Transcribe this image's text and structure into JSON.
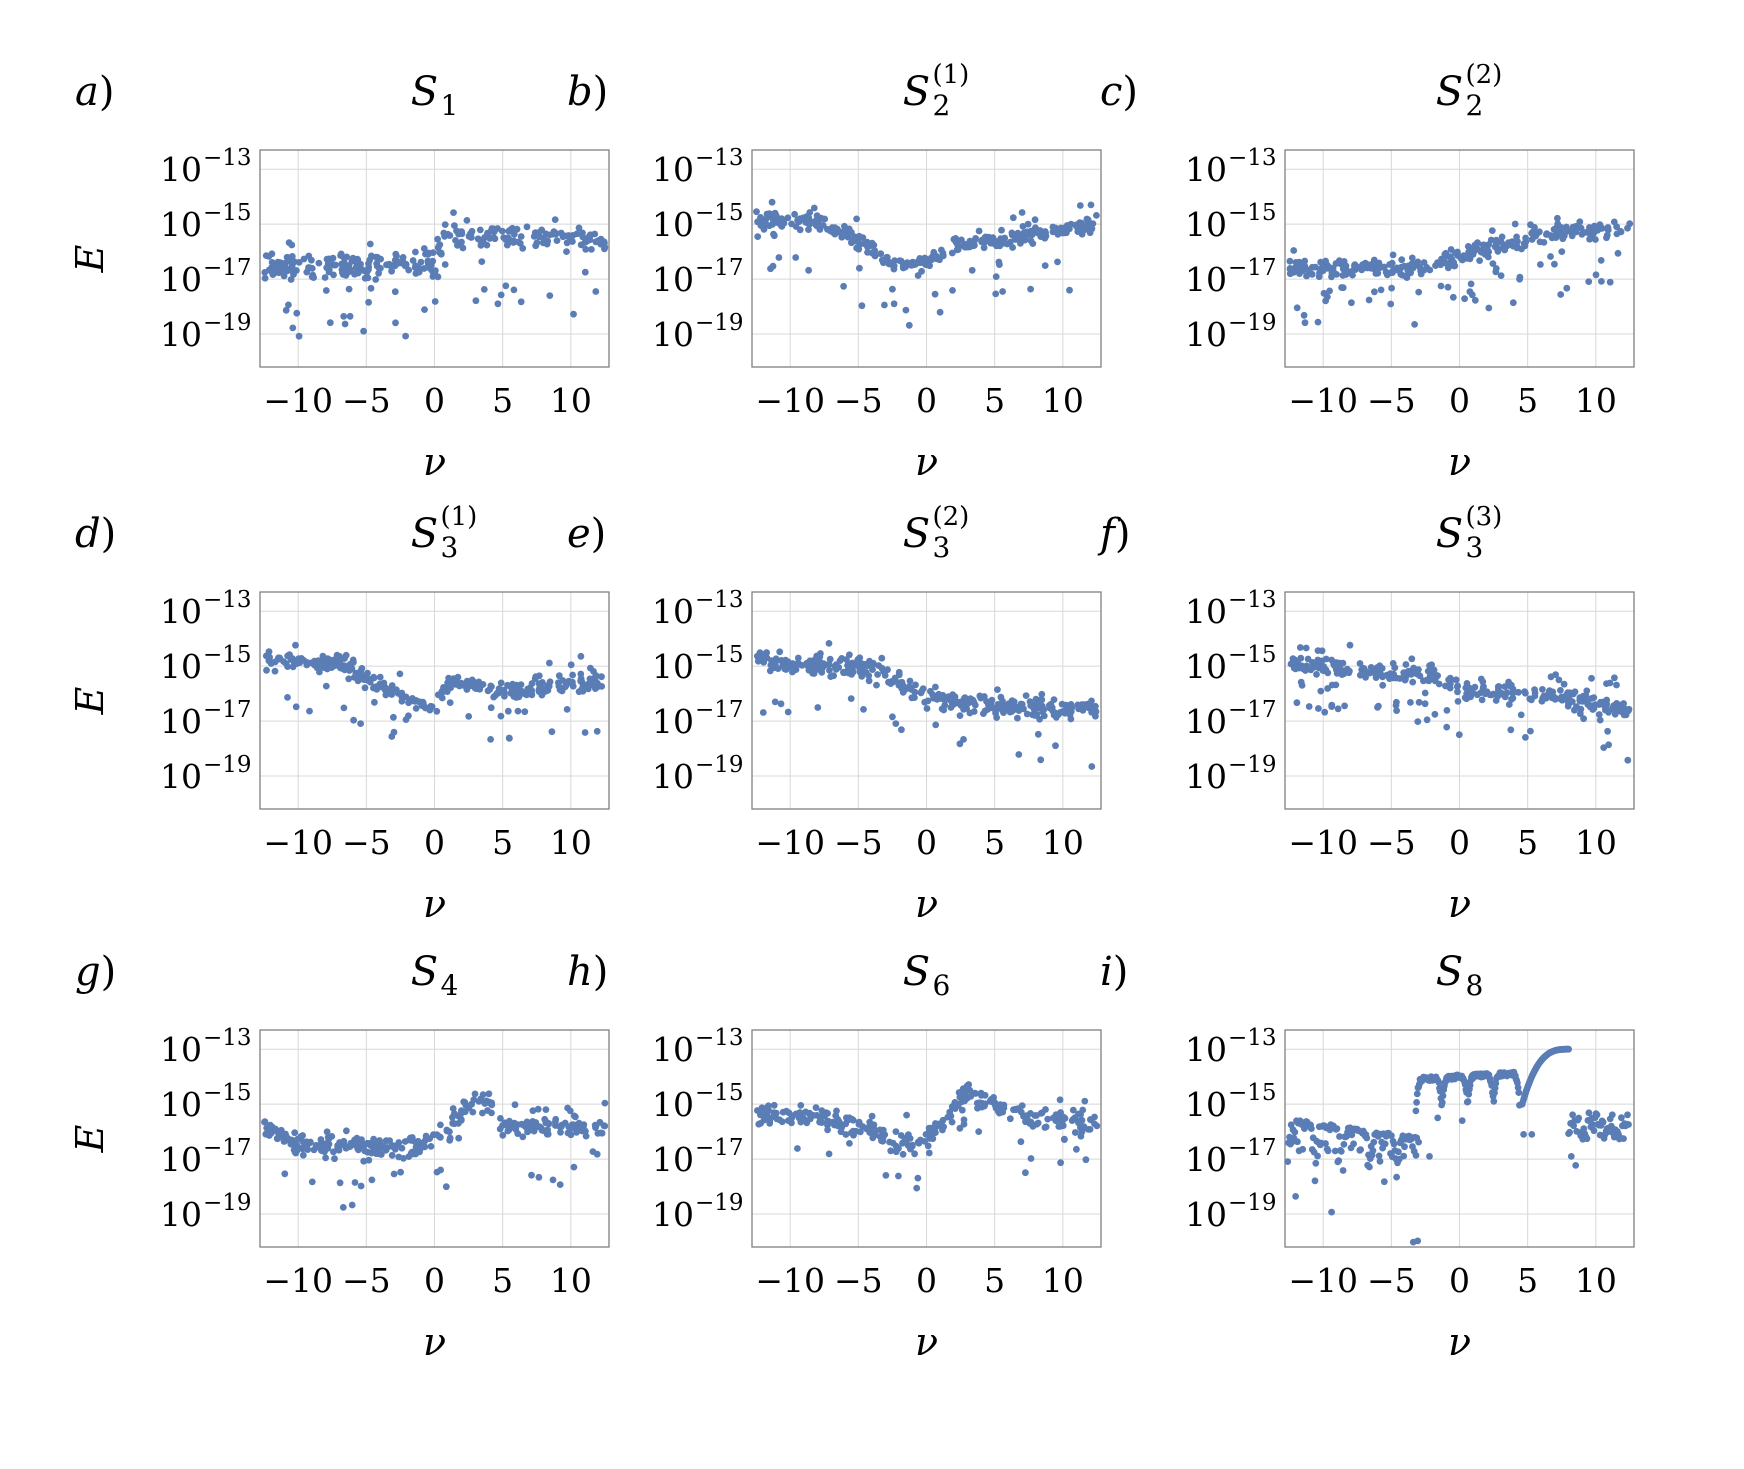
{
  "figure": {
    "panels_layout": "3x3",
    "marker_color": "#5a7db5",
    "grid_color": "#d8d8d8",
    "frame_color": "#808080"
  },
  "chart_data": [
    {
      "type": "scatter",
      "panel_letter": "a",
      "title": "S",
      "title_sub": "1",
      "title_sup": "",
      "ylabel": "E",
      "xlabel": "ν",
      "yscale": "log",
      "xlim": [
        -12.8,
        12.8
      ],
      "ylim_exponent": [
        -20.2,
        -12.3
      ],
      "xticks": [
        -10,
        -5,
        0,
        5,
        10
      ],
      "yticks_exponent": [
        -13,
        -15,
        -17,
        -19
      ],
      "xtick_labels": [
        "−10",
        "−5",
        "0",
        "5",
        "10"
      ],
      "ytick_labels": [
        "10",
        "10",
        "10",
        "10"
      ],
      "ytick_sups": [
        "−13",
        "−15",
        "−17",
        "−19"
      ],
      "grid": true,
      "trend": [
        [
          -12.5,
          -16.6
        ],
        [
          -9,
          -16.5
        ],
        [
          -4,
          -16.5
        ],
        [
          0,
          -16.4
        ],
        [
          0.8,
          -15.4
        ],
        [
          3,
          -15.5
        ],
        [
          8,
          -15.5
        ],
        [
          12.5,
          -15.6
        ]
      ],
      "spread": 0.35,
      "outlier_rate": 0.18,
      "outlier_depth": 1.8,
      "n_points": 330,
      "seed": 11
    },
    {
      "type": "scatter",
      "panel_letter": "b",
      "title": "S",
      "title_sub": "2",
      "title_sup": "(1)",
      "ylabel": "",
      "xlabel": "ν",
      "yscale": "log",
      "xlim": [
        -12.8,
        12.8
      ],
      "ylim_exponent": [
        -20.2,
        -12.3
      ],
      "xticks": [
        -10,
        -5,
        0,
        5,
        10
      ],
      "yticks_exponent": [
        -13,
        -15,
        -17,
        -19
      ],
      "xtick_labels": [
        "−10",
        "−5",
        "0",
        "5",
        "10"
      ],
      "ytick_labels": [
        "10",
        "10",
        "10",
        "10"
      ],
      "ytick_sups": [
        "−13",
        "−15",
        "−17",
        "−19"
      ],
      "grid": true,
      "trend": [
        [
          -12.5,
          -14.9
        ],
        [
          -8,
          -14.9
        ],
        [
          -5,
          -15.6
        ],
        [
          -2,
          -16.6
        ],
        [
          0,
          -16.3
        ],
        [
          2,
          -15.8
        ],
        [
          5,
          -15.6
        ],
        [
          12.5,
          -15.0
        ]
      ],
      "spread": 0.22,
      "outlier_rate": 0.12,
      "outlier_depth": 1.7,
      "n_points": 330,
      "seed": 23
    },
    {
      "type": "scatter",
      "panel_letter": "c",
      "title": "S",
      "title_sub": "2",
      "title_sup": "(2)",
      "ylabel": "",
      "xlabel": "ν",
      "yscale": "log",
      "xlim": [
        -12.8,
        12.8
      ],
      "ylim_exponent": [
        -20.2,
        -12.3
      ],
      "xticks": [
        -10,
        -5,
        0,
        5,
        10
      ],
      "yticks_exponent": [
        -13,
        -15,
        -17,
        -19
      ],
      "xtick_labels": [
        "−10",
        "−5",
        "0",
        "5",
        "10"
      ],
      "ytick_labels": [
        "10",
        "10",
        "10",
        "10"
      ],
      "ytick_sups": [
        "−13",
        "−15",
        "−17",
        "−19"
      ],
      "grid": true,
      "trend": [
        [
          -12.5,
          -16.6
        ],
        [
          -5,
          -16.6
        ],
        [
          -1,
          -16.4
        ],
        [
          1,
          -15.9
        ],
        [
          3,
          -15.8
        ],
        [
          6,
          -15.4
        ],
        [
          12.5,
          -15.1
        ]
      ],
      "spread": 0.25,
      "outlier_rate": 0.15,
      "outlier_depth": 1.6,
      "n_points": 330,
      "seed": 37
    },
    {
      "type": "scatter",
      "panel_letter": "d",
      "title": "S",
      "title_sub": "3",
      "title_sup": "(1)",
      "ylabel": "E",
      "xlabel": "ν",
      "yscale": "log",
      "xlim": [
        -12.8,
        12.8
      ],
      "ylim_exponent": [
        -20.2,
        -12.3
      ],
      "xticks": [
        -10,
        -5,
        0,
        5,
        10
      ],
      "yticks_exponent": [
        -13,
        -15,
        -17,
        -19
      ],
      "xtick_labels": [
        "−10",
        "−5",
        "0",
        "5",
        "10"
      ],
      "ytick_labels": [
        "10",
        "10",
        "10",
        "10"
      ],
      "ytick_sups": [
        "−13",
        "−15",
        "−17",
        "−19"
      ],
      "grid": true,
      "trend": [
        [
          -12.5,
          -14.8
        ],
        [
          -7,
          -14.9
        ],
        [
          -5,
          -15.5
        ],
        [
          -2,
          -16.2
        ],
        [
          0,
          -16.5
        ],
        [
          1,
          -15.6
        ],
        [
          5,
          -15.9
        ],
        [
          12.5,
          -15.6
        ]
      ],
      "spread": 0.22,
      "outlier_rate": 0.12,
      "outlier_depth": 1.4,
      "n_points": 320,
      "seed": 41
    },
    {
      "type": "scatter",
      "panel_letter": "e",
      "title": "S",
      "title_sub": "3",
      "title_sup": "(2)",
      "ylabel": "",
      "xlabel": "ν",
      "yscale": "log",
      "xlim": [
        -12.8,
        12.8
      ],
      "ylim_exponent": [
        -20.2,
        -12.3
      ],
      "xticks": [
        -10,
        -5,
        0,
        5,
        10
      ],
      "yticks_exponent": [
        -13,
        -15,
        -17,
        -19
      ],
      "xtick_labels": [
        "−10",
        "−5",
        "0",
        "5",
        "10"
      ],
      "ytick_labels": [
        "10",
        "10",
        "10",
        "10"
      ],
      "ytick_sups": [
        "−13",
        "−15",
        "−17",
        "−19"
      ],
      "grid": true,
      "trend": [
        [
          -12.5,
          -14.9
        ],
        [
          -4,
          -15.0
        ],
        [
          -1,
          -16.0
        ],
        [
          3,
          -16.4
        ],
        [
          12.5,
          -16.6
        ]
      ],
      "spread": 0.28,
      "outlier_rate": 0.12,
      "outlier_depth": 1.4,
      "n_points": 330,
      "seed": 53
    },
    {
      "type": "scatter",
      "panel_letter": "f",
      "title": "S",
      "title_sub": "3",
      "title_sup": "(3)",
      "ylabel": "",
      "xlabel": "ν",
      "yscale": "log",
      "xlim": [
        -12.8,
        12.8
      ],
      "ylim_exponent": [
        -20.2,
        -12.3
      ],
      "xticks": [
        -10,
        -5,
        0,
        5,
        10
      ],
      "yticks_exponent": [
        -13,
        -15,
        -17,
        -19
      ],
      "xtick_labels": [
        "−10",
        "−5",
        "0",
        "5",
        "10"
      ],
      "ytick_labels": [
        "10",
        "10",
        "10",
        "10"
      ],
      "ytick_sups": [
        "−13",
        "−15",
        "−17",
        "−19"
      ],
      "grid": true,
      "trend": [
        [
          -12.5,
          -14.9
        ],
        [
          -2,
          -15.3
        ],
        [
          0,
          -15.9
        ],
        [
          8,
          -16.1
        ],
        [
          12.5,
          -16.7
        ]
      ],
      "spread": 0.25,
      "outlier_rate": 0.12,
      "outlier_depth": 1.2,
      "n_points": 330,
      "seed": 67
    },
    {
      "type": "scatter",
      "panel_letter": "g",
      "title": "S",
      "title_sub": "4",
      "title_sup": "",
      "ylabel": "E",
      "xlabel": "ν",
      "yscale": "log",
      "xlim": [
        -12.8,
        12.8
      ],
      "ylim_exponent": [
        -20.2,
        -12.3
      ],
      "xticks": [
        -10,
        -5,
        0,
        5,
        10
      ],
      "yticks_exponent": [
        -13,
        -15,
        -17,
        -19
      ],
      "xtick_labels": [
        "−10",
        "−5",
        "0",
        "5",
        "10"
      ],
      "ytick_labels": [
        "10",
        "10",
        "10",
        "10"
      ],
      "ytick_sups": [
        "−13",
        "−15",
        "−17",
        "−19"
      ],
      "grid": true,
      "trend": [
        [
          -12.5,
          -15.8
        ],
        [
          -10,
          -16.5
        ],
        [
          -1,
          -16.6
        ],
        [
          1,
          -16.0
        ],
        [
          2.5,
          -15.0
        ],
        [
          4,
          -14.9
        ],
        [
          5,
          -15.8
        ],
        [
          12.5,
          -15.8
        ]
      ],
      "spread": 0.25,
      "outlier_rate": 0.12,
      "outlier_depth": 1.5,
      "n_points": 330,
      "seed": 79
    },
    {
      "type": "scatter",
      "panel_letter": "h",
      "title": "S",
      "title_sub": "6",
      "title_sup": "",
      "ylabel": "",
      "xlabel": "ν",
      "yscale": "log",
      "xlim": [
        -12.8,
        12.8
      ],
      "ylim_exponent": [
        -20.2,
        -12.3
      ],
      "xticks": [
        -10,
        -5,
        0,
        5,
        10
      ],
      "yticks_exponent": [
        -13,
        -15,
        -17,
        -19
      ],
      "xtick_labels": [
        "−10",
        "−5",
        "0",
        "5",
        "10"
      ],
      "ytick_labels": [
        "10",
        "10",
        "10",
        "10"
      ],
      "ytick_sups": [
        "−13",
        "−15",
        "−17",
        "−19"
      ],
      "grid": true,
      "trend": [
        [
          -12.5,
          -15.4
        ],
        [
          -8,
          -15.5
        ],
        [
          -4,
          -16.0
        ],
        [
          -2,
          -16.5
        ],
        [
          0,
          -16.3
        ],
        [
          1.5,
          -15.5
        ],
        [
          3,
          -14.5
        ],
        [
          4,
          -14.8
        ],
        [
          6,
          -15.2
        ],
        [
          8,
          -15.6
        ],
        [
          12.5,
          -15.7
        ]
      ],
      "spread": 0.3,
      "outlier_rate": 0.12,
      "outlier_depth": 1.3,
      "n_points": 300,
      "seed": 97
    },
    {
      "type": "scatter",
      "panel_letter": "i",
      "title": "S",
      "title_sub": "8",
      "title_sup": "",
      "ylabel": "",
      "xlabel": "ν",
      "yscale": "log",
      "xlim": [
        -12.8,
        12.8
      ],
      "ylim_exponent": [
        -20.2,
        -12.3
      ],
      "xticks": [
        -10,
        -5,
        0,
        5,
        10
      ],
      "yticks_exponent": [
        -13,
        -15,
        -17,
        -19
      ],
      "xtick_labels": [
        "−10",
        "−5",
        "0",
        "5",
        "10"
      ],
      "ytick_labels": [
        "10",
        "10",
        "10",
        "10"
      ],
      "ytick_sups": [
        "−13",
        "−15",
        "−17",
        "−19"
      ],
      "grid": true,
      "pattern": "arches",
      "segments": [
        {
          "x0": -12.6,
          "x1": -3.0,
          "arch_width": 2.0,
          "top": -15.6,
          "drop": 1.3,
          "slope": -0.07,
          "n": 150
        },
        {
          "x0": -3.2,
          "x1": 4.4,
          "arch_width": 1.9,
          "top": -14.1,
          "drop": 1.1,
          "slope": 0.03,
          "n": 150
        },
        {
          "x0": 4.6,
          "x1": 8.0,
          "arch_width": 0,
          "top": -13.0,
          "drop": 2.0,
          "slope": 0,
          "n": 60
        },
        {
          "x0": 8.0,
          "x1": 12.4,
          "arch_width": 0,
          "top": -15.8,
          "drop": 0.5,
          "slope": 0,
          "n": 60
        }
      ],
      "n_points": 420,
      "seed": 131
    }
  ]
}
